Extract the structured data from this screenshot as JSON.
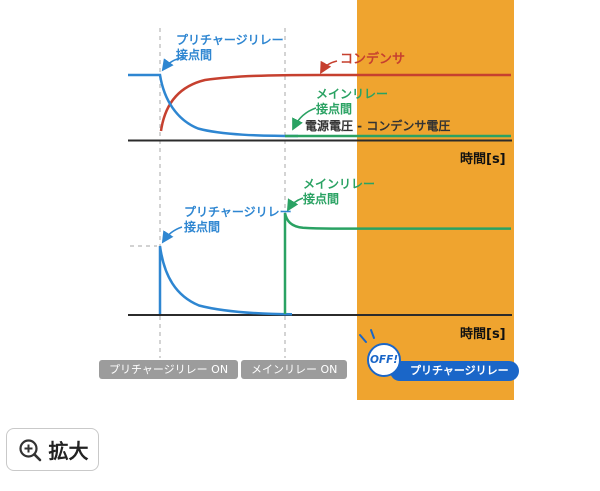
{
  "colors": {
    "highlight_band": "#efa42f",
    "capacitor_red": "#c6402f",
    "precharge_blue": "#2e86d1",
    "main_green": "#2aa263",
    "badge_gray": "#9c9c9c",
    "badge_blue": "#1a66c8"
  },
  "top_chart": {
    "label_precharge_contact": "プリチャージリレー\n接点間",
    "label_capacitor": "コンデンサ",
    "label_main_contact": "メインリレー\n接点間",
    "label_voltage_diff": "電源電圧 - コンデンサ電圧",
    "axis_time": "時間[s]"
  },
  "bottom_chart": {
    "label_main_contact": "メインリレー\n接点間",
    "label_precharge_contact": "プリチャージリレー\n接点間",
    "axis_time": "時間[s]"
  },
  "timeline": {
    "badge_precharge_on": "プリチャージリレー ON",
    "badge_main_on": "メインリレー ON",
    "badge_off": "OFF!",
    "badge_precharge_relay": "プリチャージリレー"
  },
  "zoom_button": {
    "label": "拡大"
  },
  "chart_data": [
    {
      "type": "line",
      "xlabel": "時間[s]",
      "series": [
        {
          "name": "プリチャージリレー接点間",
          "color": "#2e86d1",
          "shape": "一定電圧からプリチャージリレーON後に指数関数的に減衰"
        },
        {
          "name": "コンデンサ",
          "color": "#c6402f",
          "shape": "プリチャージリレーON後に指数関数的に上昇し電源電圧へ飽和"
        },
        {
          "name": "メインリレー接点間（電源電圧 - コンデンサ電圧）",
          "color": "#2aa263",
          "shape": "メインリレーON以降ほぼゼロで一定"
        }
      ]
    },
    {
      "type": "line",
      "xlabel": "時間[s]",
      "series": [
        {
          "name": "プリチャージリレー接点間",
          "color": "#2e86d1",
          "shape": "プリチャージリレーONで急峻なピーク後に減衰"
        },
        {
          "name": "メインリレー接点間",
          "color": "#2aa263",
          "shape": "メインリレーONでピーク後、一定レベルで持続"
        }
      ]
    }
  ]
}
